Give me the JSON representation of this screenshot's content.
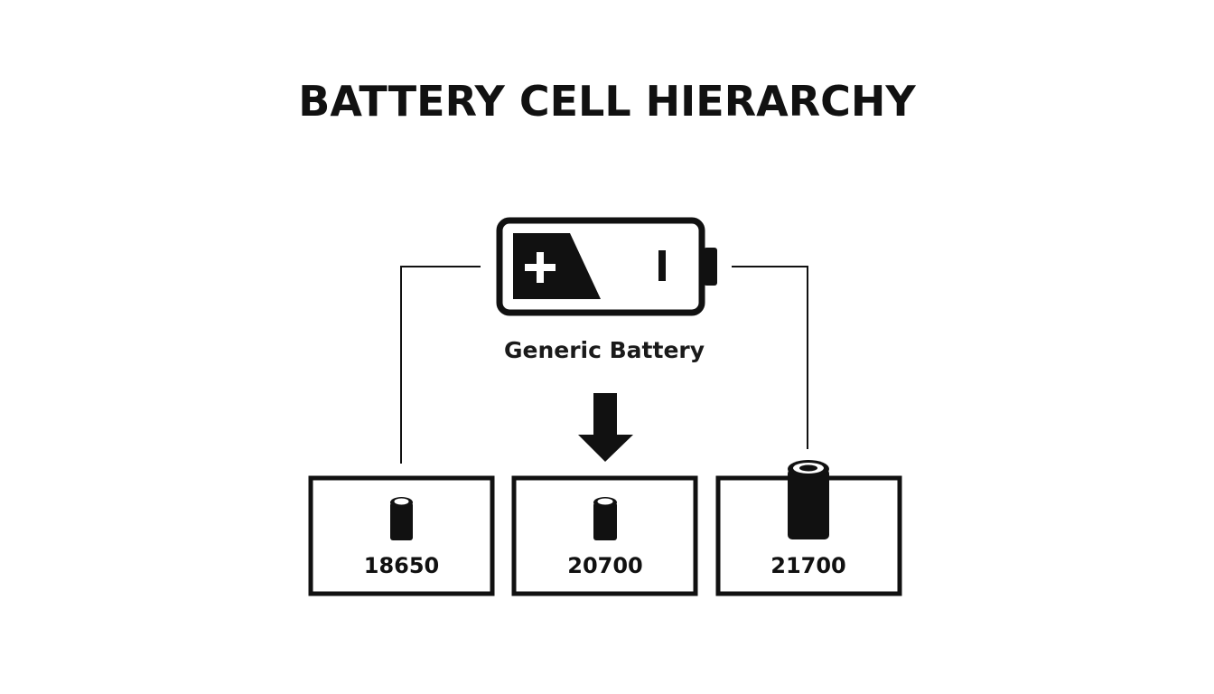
{
  "title": "BATTERY CELL HIERARCHY",
  "root": {
    "label": "Generic Battery",
    "icon": "battery-icon",
    "terminal_plus": "+"
  },
  "children": [
    {
      "label": "18650",
      "icon": "cylindrical-cell-icon"
    },
    {
      "label": "20700",
      "icon": "cylindrical-cell-icon"
    },
    {
      "label": "21700",
      "icon": "cylindrical-cell-icon"
    }
  ],
  "colors": {
    "foreground": "#111111",
    "background": "#ffffff"
  }
}
